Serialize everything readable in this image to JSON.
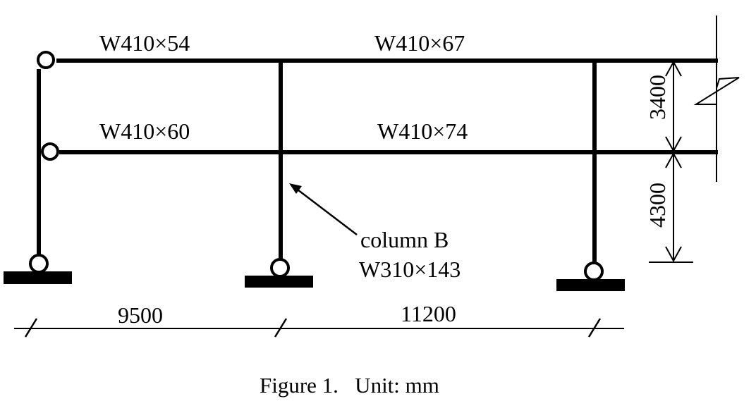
{
  "beams": {
    "roof_left": "W410×54",
    "roof_right": "W410×67",
    "floor_left": "W410×60",
    "floor_right": "W410×74"
  },
  "column_b": {
    "name": "column B",
    "section": "W310×143"
  },
  "dimensions": {
    "bay_left": "9500",
    "bay_right": "11200",
    "story_upper": "3400",
    "story_lower": "4300"
  },
  "caption": "Figure 1.   Unit: mm",
  "colors": {
    "ink": "#000000",
    "background": "#ffffff"
  }
}
